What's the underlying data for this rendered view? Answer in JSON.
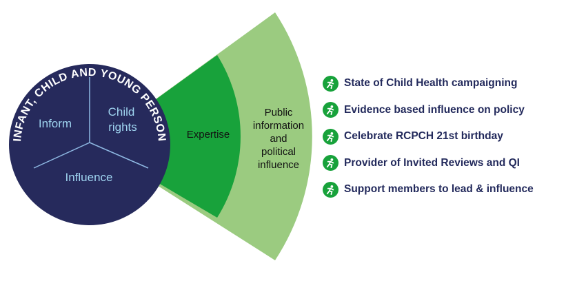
{
  "circle": {
    "arc_title": "INFANT, CHILD AND YOUNG PERSON",
    "sections": {
      "inform": "Inform",
      "child_rights_line1": "Child",
      "child_rights_line2": "rights",
      "influence": "Influence"
    }
  },
  "rings": {
    "inner_label": "Expertise",
    "outer_label_lines": [
      "Public",
      "information",
      "and",
      "political",
      "influence"
    ]
  },
  "activities": [
    "State of Child Health campaigning",
    "Evidence based influence on policy",
    "Celebrate RCPCH 21st birthday",
    "Provider of Invited Reviews and QI",
    "Support members to lead & influence"
  ],
  "colors": {
    "navy": "#262a5c",
    "light_blue_text": "#9fd4f0",
    "dark_green": "#18a23b",
    "light_green": "#9bcb80",
    "text_dark": "#232a5c",
    "bullet_icon": "runner-icon"
  }
}
